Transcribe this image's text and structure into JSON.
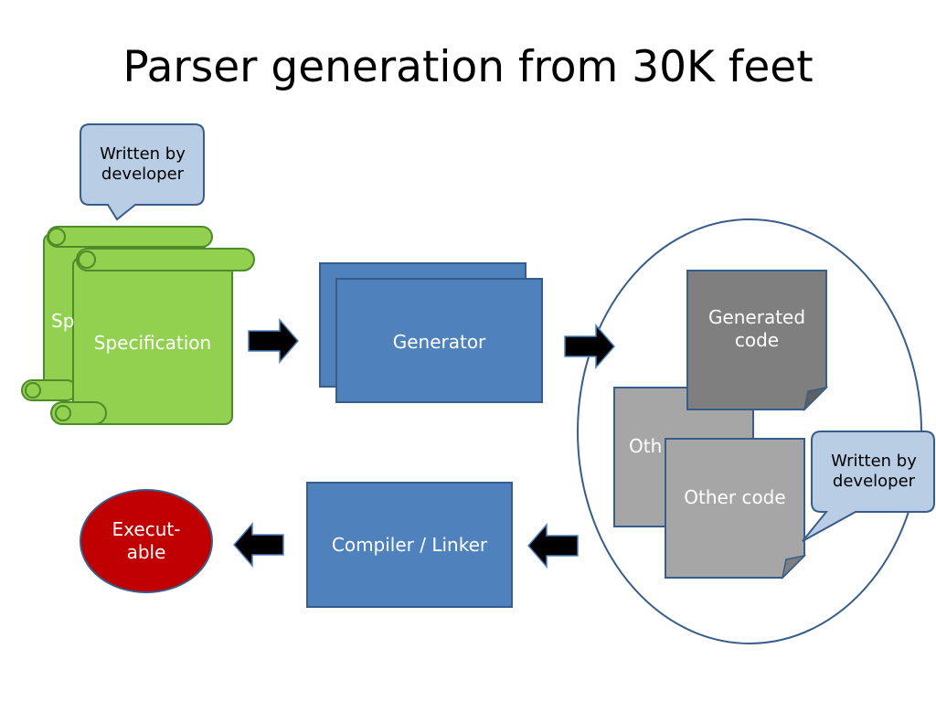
{
  "title": "Parser generation from 30K feet",
  "callout_top": {
    "line1": "Written by",
    "line2": "developer"
  },
  "callout_right": {
    "line1": "Written by",
    "line2": "developer"
  },
  "spec_back": "Sp",
  "spec": "Specification",
  "generator": "Generator",
  "generated_code": {
    "line1": "Generated",
    "line2": "code"
  },
  "other_code_back": "Oth",
  "other_code": "Other code",
  "compiler": "Compiler / Linker",
  "executable": {
    "line1": "Execut-",
    "line2": "able"
  },
  "colors": {
    "spec_green": "#92d050",
    "generator_blue": "#4f81bd",
    "dark_blue_outline": "#385d8a",
    "generated_gray": "#7f7f7f",
    "other_gray": "#a6a6a6",
    "callout_fill": "#b9cde5",
    "exec_red": "#c00000",
    "arrow_black": "#000000"
  }
}
